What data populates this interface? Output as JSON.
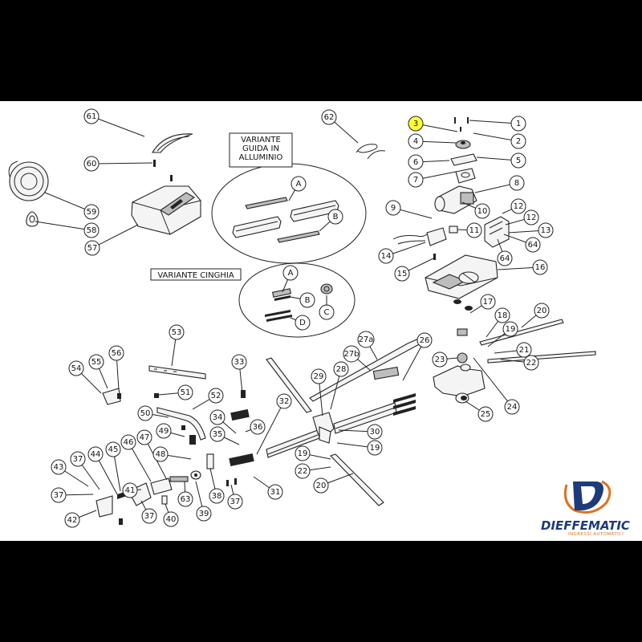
{
  "variants": {
    "guide": "VARIANTE\nGUIDA IN\nALLUMINIO",
    "belt": "VARIANTE CINGHIA"
  },
  "highlighted_callout": "3",
  "callouts": [
    "1",
    "2",
    "3",
    "4",
    "5",
    "6",
    "7",
    "8",
    "9",
    "10",
    "11",
    "12",
    "13",
    "14",
    "15",
    "16",
    "17",
    "18",
    "19",
    "20",
    "21",
    "22",
    "23",
    "24",
    "25",
    "26",
    "27a",
    "27b",
    "28",
    "29",
    "30",
    "31",
    "32",
    "33",
    "34",
    "35",
    "36",
    "37",
    "38",
    "39",
    "40",
    "41",
    "42",
    "43",
    "44",
    "45",
    "46",
    "47",
    "48",
    "49",
    "50",
    "51",
    "52",
    "53",
    "54",
    "55",
    "56",
    "57",
    "58",
    "59",
    "60",
    "61",
    "62",
    "63",
    "64",
    "A",
    "B",
    "C",
    "D"
  ],
  "brand": {
    "name": "DIEFFEMATIC",
    "tagline": "INGRESSI AUTOMATICI",
    "colors": {
      "blue": "#1d3a7a",
      "orange": "#e07020"
    }
  }
}
